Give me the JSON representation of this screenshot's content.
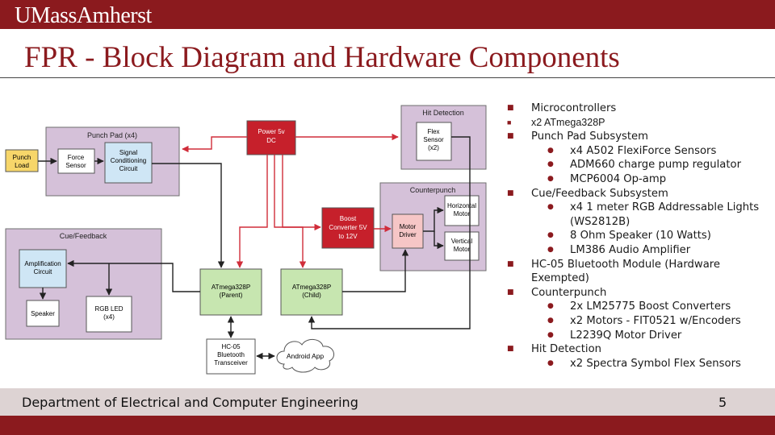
{
  "header": {
    "logo_text": "UMassAmherst",
    "title": "FPR - Block Diagram and Hardware Components"
  },
  "diagram": {
    "groups": {
      "punch_pad": "Punch Pad (x4)",
      "hit_detection": "Hit Detection",
      "counterpunch": "Counterpunch",
      "cue_feedback": "Cue/Feedback"
    },
    "blocks": {
      "punch_load": [
        "Punch",
        "Load"
      ],
      "force_sensor": [
        "Force",
        "Sensor"
      ],
      "signal_cond": [
        "Signal",
        "Conditioning",
        "Circuit"
      ],
      "power": [
        "Power 5v",
        "DC"
      ],
      "flex_sensor": [
        "Flex",
        "Sensor",
        "(x2)"
      ],
      "boost": [
        "Boost",
        "Converter 5V",
        "to 12V"
      ],
      "motor_driver": [
        "Motor",
        "Driver"
      ],
      "horizontal_motor": [
        "Horizontal",
        "Motor"
      ],
      "vertical_motor": [
        "Vertical",
        "Motor"
      ],
      "amp_circuit": [
        "Amplification",
        "Circuit"
      ],
      "speaker": [
        "Speaker"
      ],
      "rgb_led": [
        "RGB LED",
        "(x4)"
      ],
      "parent": [
        "ATmega328P",
        "(Parent)"
      ],
      "child": [
        "ATmega328P",
        "(Child)"
      ],
      "hc05": [
        "HC-05",
        "Bluetooth",
        "Transceiver"
      ],
      "android": [
        "Android App"
      ]
    },
    "colors": {
      "group_fill": "#d5c1d9",
      "group_stroke": "#6e6e6e",
      "power_fill": "#c6202b",
      "blue_fill": "#cfe6f5",
      "green_fill": "#c7e6b0",
      "yellow_fill": "#f7d66a",
      "motor_fill": "#f6c6c6",
      "red_arrow": "#d02d3a"
    }
  },
  "bullets": [
    {
      "level": 1,
      "text": "Microcontrollers"
    },
    {
      "level": 1,
      "text": "x2 ATmega328P",
      "small": true
    },
    {
      "level": 1,
      "text": "Punch Pad Subsystem"
    },
    {
      "level": 2,
      "text": "x4 A502 FlexiForce Sensors"
    },
    {
      "level": 2,
      "text": "ADM660 charge pump regulator"
    },
    {
      "level": 2,
      "text": "MCP6004 Op-amp"
    },
    {
      "level": 1,
      "text": "Cue/Feedback Subsystem"
    },
    {
      "level": 2,
      "text": "x4 1 meter RGB Addressable Lights (WS2812B)"
    },
    {
      "level": 2,
      "text": "8 Ohm Speaker (10 Watts)"
    },
    {
      "level": 2,
      "text": "LM386 Audio Amplifier"
    },
    {
      "level": 1,
      "text": "HC-05 Bluetooth Module (Hardware Exempted)"
    },
    {
      "level": 1,
      "text": "Counterpunch"
    },
    {
      "level": 2,
      "text": "2x LM25775 Boost Converters"
    },
    {
      "level": 2,
      "text": "x2 Motors - FIT0521 w/Encoders"
    },
    {
      "level": 2,
      "text": "L2239Q Motor Driver"
    },
    {
      "level": 1,
      "text": "Hit Detection"
    },
    {
      "level": 2,
      "text": "x2 Spectra Symbol Flex Sensors"
    }
  ],
  "footer": {
    "department": "Department of Electrical and Computer Engineering",
    "page_number": "5"
  }
}
